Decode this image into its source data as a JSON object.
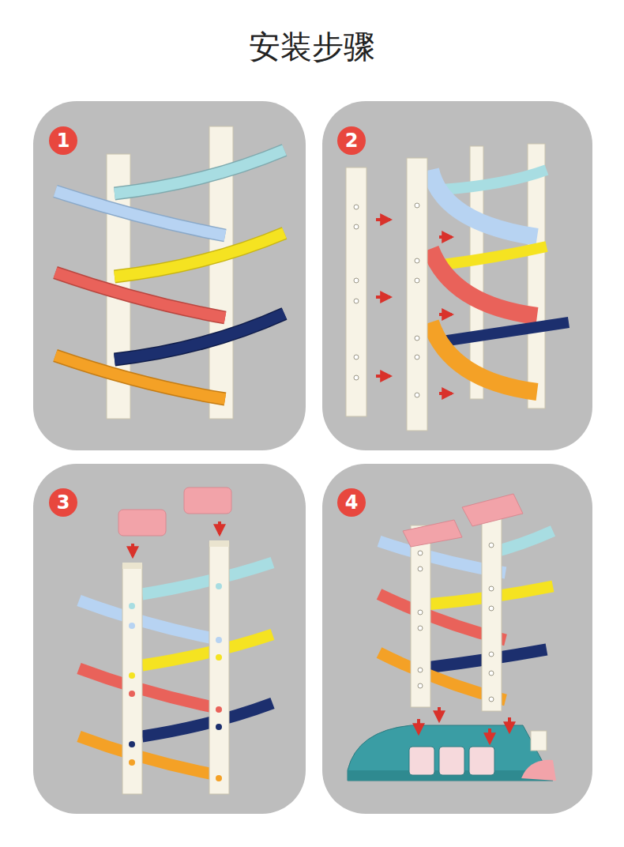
{
  "diagram": {
    "title": "安装步骤",
    "nodes": [
      {
        "text": [
          "1"
        ]
      },
      {
        "text": [
          "2"
        ]
      },
      {
        "text": [
          "3"
        ]
      },
      {
        "text": [
          "4"
        ]
      }
    ]
  }
}
